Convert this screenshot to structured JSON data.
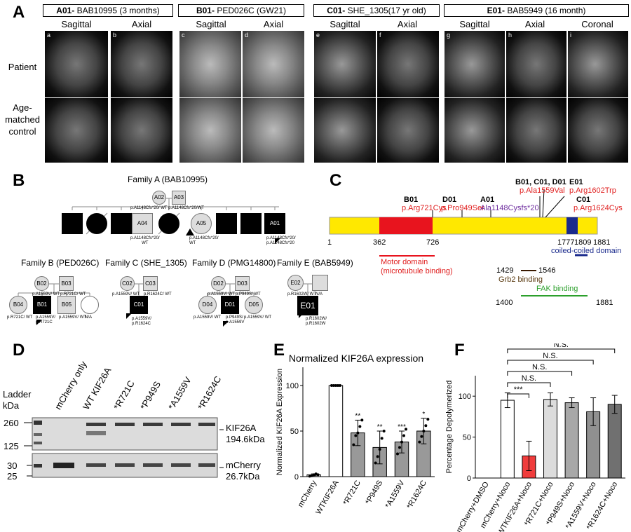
{
  "panelA": {
    "letter": "A",
    "headers": [
      {
        "id": "A01-",
        "name": "BAB10995 (3 months)"
      },
      {
        "id": "B01-",
        "name": "PED026C (GW21)"
      },
      {
        "id": "C01-",
        "name": "SHE_1305(17 yr old)"
      },
      {
        "id": "E01-",
        "name": "BAB5949 (16 month)"
      }
    ],
    "views": [
      "Sagittal",
      "Axial",
      "Sagittal",
      "Axial",
      "Sagittal",
      "Axial",
      "Sagittal",
      "Axial",
      "Coronal"
    ],
    "image_labels": [
      "a",
      "b",
      "c",
      "d",
      "e",
      "f",
      "g",
      "h",
      "i"
    ],
    "row_labels": [
      "Patient",
      "Age-\nmatched\ncontrol"
    ]
  },
  "panelB": {
    "letter": "B",
    "familyA": {
      "title": "Family A (BAB10995)",
      "members": [
        "A02",
        "A03",
        "A04",
        "A05",
        "A01"
      ],
      "geno_A02_A03": "p.A1148Cfs*20/ WT",
      "geno_A03": "p.A1148Cfs*20/WT",
      "geno_A04": "p.A1148Cfs*20/\nWT",
      "geno_A05": "p.A1148Cfs*20/\nWT",
      "geno_A01": "p.A1148Cfs*20/\np.A1148Cfs*20"
    },
    "familyB": {
      "title": "Family B (PED026C)",
      "members": [
        "B02",
        "B03",
        "B04",
        "B01",
        "B05"
      ],
      "geno_B02": "p.A1559V/ WT",
      "geno_B03": "p.R721C/ WT",
      "geno_B04": "p.R721C/ WT",
      "geno_B01": "p.A1559V/\np.R721C",
      "geno_B05": "p.A1559V/ WT",
      "na": "N/A"
    },
    "familyC": {
      "title": "Family C (SHE_1305)",
      "members": [
        "C02",
        "C03",
        "C01"
      ],
      "geno_C02": "p.A1559V/ WT",
      "geno_C03": "p.R1624C/ WT",
      "geno_C01": "p.A1559V/\np.R1624C"
    },
    "familyD": {
      "title": "Family D (PMG14800)",
      "members": [
        "D02",
        "D03",
        "D04",
        "D01",
        "D05"
      ],
      "geno_D02": "p.A1559V/ WT",
      "geno_D03": "p.P949S/ WT",
      "geno_D04": "p.A1559V/ WT",
      "geno_D01": "p.P949S/\np.A1559V",
      "geno_D05": "p.A1559V/ WT"
    },
    "familyE": {
      "title": "Family E (BAB5949)",
      "members": [
        "E02",
        "E01"
      ],
      "geno_E02": "p.R1602W/ WT",
      "geno_E01": "p.R1602W/\np.R1602W",
      "na": "N/A"
    }
  },
  "panelC": {
    "letter": "C",
    "variants": [
      {
        "patient": "B01",
        "change": "p.Arg721Cys"
      },
      {
        "patient": "D01",
        "change": "p.Pro949Ser"
      },
      {
        "patient": "A01",
        "change": "Ala1148Cysfs*20"
      },
      {
        "patient": "B01, C01, D01",
        "change": "p.Ala1559Val"
      },
      {
        "patient": "E01",
        "change": "p.Arg1602Trp"
      },
      {
        "patient": "C01",
        "change": "p.Arg1624Cys"
      }
    ],
    "ticks": [
      "1",
      "362",
      "726",
      "1777",
      "1809",
      "1881"
    ],
    "motor_label": "Motor domain\n(microtubule binding)",
    "coiled_label": "coiled-coiled domain",
    "grb2_range": [
      "1429",
      "1546"
    ],
    "grb2_label": "Grb2 binding",
    "fak_range": [
      "1400",
      "1881"
    ],
    "fak_label": "FAK binding",
    "colors": {
      "protein": "#ffe800",
      "motor": "#e8141e",
      "coiled": "#1a2a8c",
      "fak": "#2ca02c",
      "variant_red": "#e02020",
      "variant_purple": "#7030a0"
    }
  },
  "panelD": {
    "letter": "D",
    "ladder_label": "Ladder\nkDa",
    "lanes": [
      "mCherry only",
      "WT KIF26A",
      "*R721C",
      "*P949S",
      "*A1559V",
      "*R1624C"
    ],
    "ladder_top": [
      "260",
      "125"
    ],
    "ladder_bottom": [
      "30",
      "25"
    ],
    "band_top": {
      "name": "KIF26A",
      "size": "194.6kDa"
    },
    "band_bottom": {
      "name": "mCherry",
      "size": "26.7kDa"
    }
  },
  "chart_data": [
    {
      "type": "bar",
      "panel": "E",
      "title": "Normalized KIF26A expression",
      "ylabel": "Normalized KIF26A Expression",
      "categories": [
        "mCherry",
        "WTKIF26A",
        "*R721C",
        "*P949S",
        "*A1559V",
        "*R1624C"
      ],
      "values": [
        2,
        100,
        48,
        32,
        38,
        50
      ],
      "errors": [
        1,
        0,
        14,
        18,
        12,
        14
      ],
      "significance": [
        "",
        "",
        "**",
        "**",
        "***",
        "*"
      ],
      "ylim": [
        0,
        120
      ],
      "yticks": [
        "0",
        "50",
        "100"
      ],
      "bar_colors": [
        "#ffffff",
        "#ffffff",
        "#999999",
        "#999999",
        "#999999",
        "#999999"
      ]
    },
    {
      "type": "bar",
      "panel": "F",
      "ylabel": "Percentage Depolymerized",
      "categories": [
        "mCherry+DMSO",
        "mCherry+Noco",
        "WTKIF26A+Noco",
        "*R721C+Noco",
        "*P949S+Noco",
        "*A1559V+Noco",
        "*R1624C+Noco"
      ],
      "values": [
        0,
        95,
        27,
        96,
        92,
        81,
        90
      ],
      "errors": [
        0,
        9,
        18,
        8,
        6,
        17,
        11
      ],
      "ylim": [
        0,
        125
      ],
      "yticks": [
        "0",
        "50",
        "100"
      ],
      "bar_colors": [
        "#ffffff",
        "#ffffff",
        "#f03c3c",
        "#dcdcdc",
        "#a8a8a8",
        "#909090",
        "#707070"
      ],
      "comparisons": [
        "N.S.",
        "N.S.",
        "N.S.",
        "N.S.",
        "***"
      ]
    }
  ]
}
